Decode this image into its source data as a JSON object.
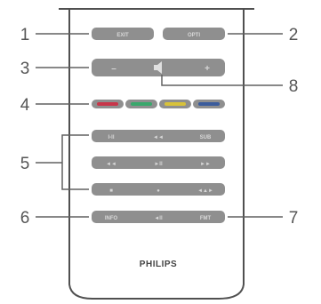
{
  "brand": "PHILIPS",
  "callouts": [
    {
      "id": "1",
      "label": "1"
    },
    {
      "id": "2",
      "label": "2"
    },
    {
      "id": "3",
      "label": "3"
    },
    {
      "id": "8",
      "label": "8"
    },
    {
      "id": "4",
      "label": "4"
    },
    {
      "id": "5",
      "label": "5"
    },
    {
      "id": "6",
      "label": "6"
    },
    {
      "id": "7",
      "label": "7"
    }
  ],
  "buttons": {
    "row1": [
      "EXIT",
      "OPTI"
    ],
    "row2": [
      "–",
      "+"
    ],
    "row4": [
      "I-II",
      "◄◄",
      "SUB"
    ],
    "row5": [
      "◄◄",
      "►II",
      "►►"
    ],
    "row6": [
      "■",
      "●",
      "◄▲►"
    ],
    "row7": [
      "INFO",
      "◄II",
      "FMT"
    ]
  },
  "colors": {
    "red_key": "#c8364a",
    "green_key": "#3aa86c",
    "yellow_key": "#d8c23a",
    "blue_key": "#3b5c9c",
    "button_fill": "#8f8f8f",
    "outline": "#505050"
  }
}
